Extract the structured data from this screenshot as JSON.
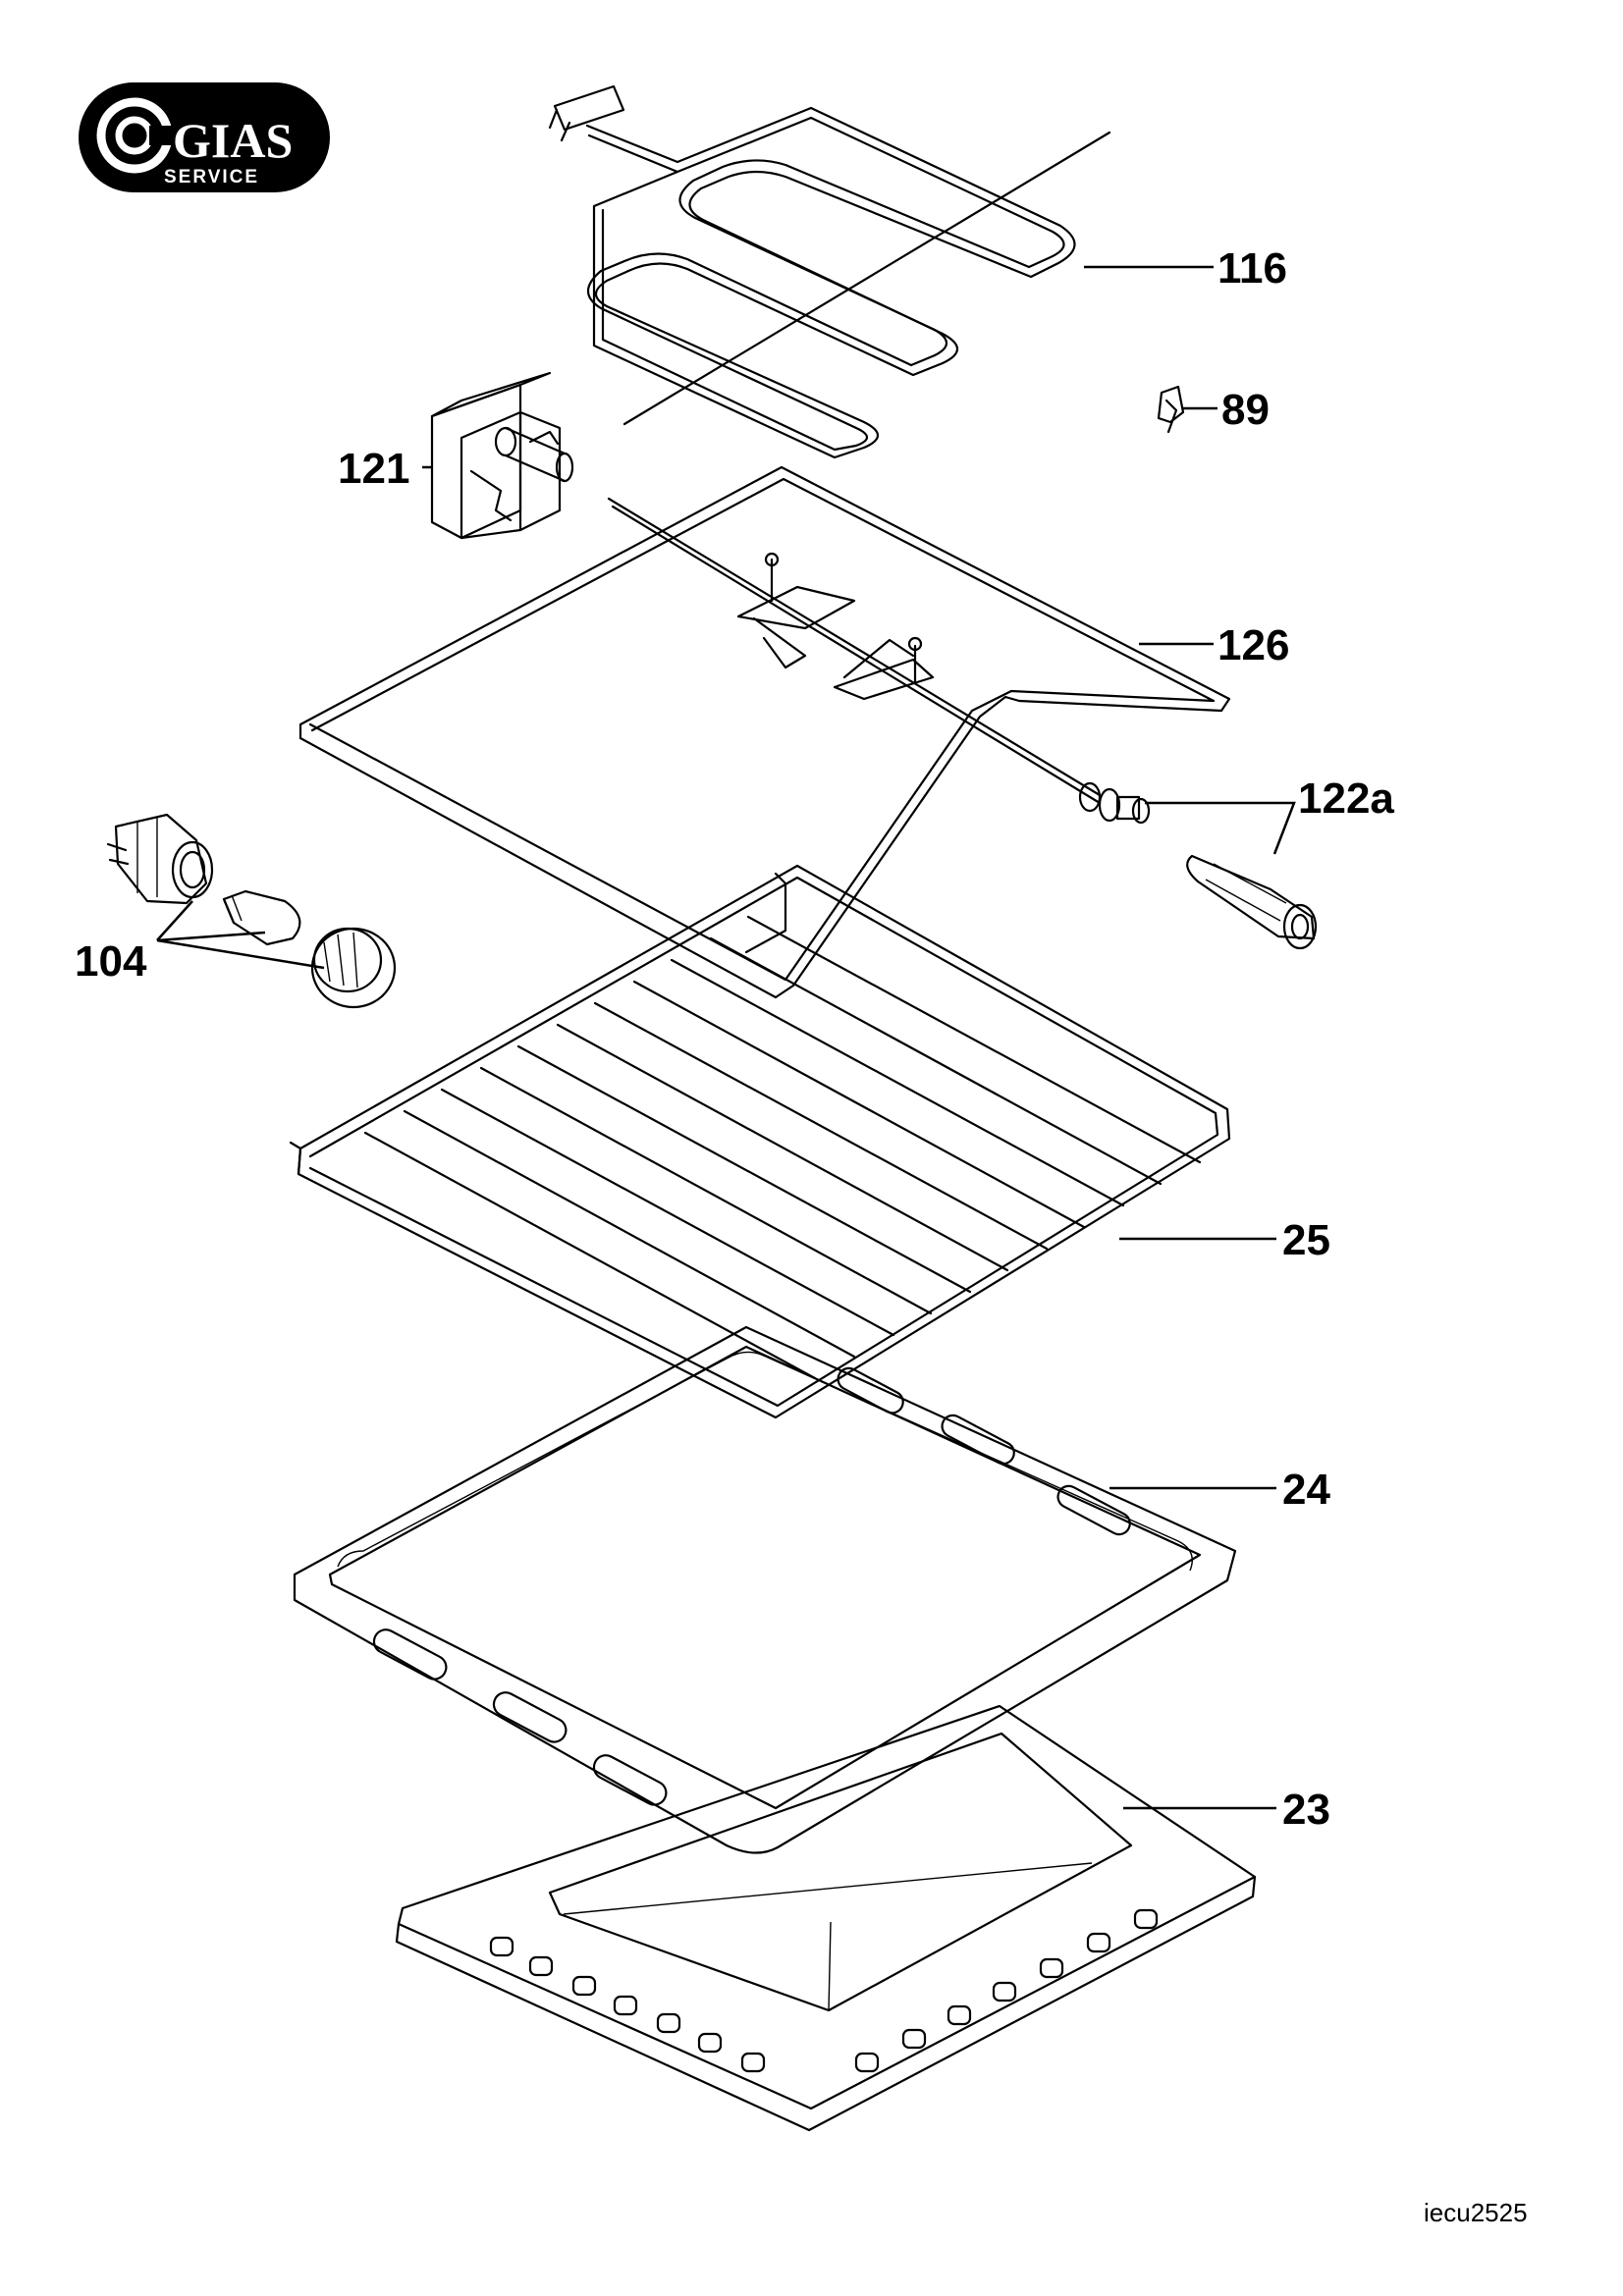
{
  "logo": {
    "brand": "GIAS",
    "sub": "SERVICE"
  },
  "labels": {
    "p116": "116",
    "p89": "89",
    "p121": "121",
    "p126": "126",
    "p122a": "122a",
    "p104": "104",
    "p25": "25",
    "p24": "24",
    "p23": "23"
  },
  "reference": "iecu2525"
}
